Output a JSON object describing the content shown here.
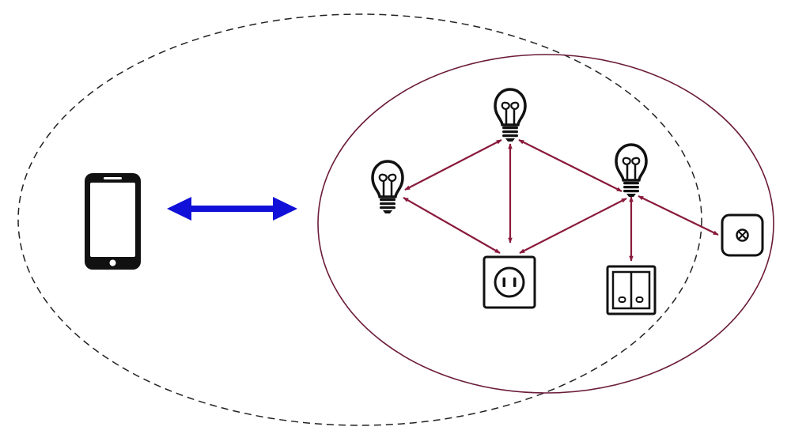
{
  "colors": {
    "background": "#ffffff",
    "outer_boundary": "#222222",
    "inner_boundary": "#6b1b3a",
    "link": "#8a1a3c",
    "phone_link": "#1010d8",
    "icon": "#111111"
  },
  "nodes": [
    {
      "id": "phone",
      "icon": "smartphone-icon"
    },
    {
      "id": "bulb-top",
      "icon": "light-bulb-icon"
    },
    {
      "id": "bulb-left",
      "icon": "light-bulb-icon"
    },
    {
      "id": "bulb-right",
      "icon": "light-bulb-icon"
    },
    {
      "id": "outlet",
      "icon": "power-outlet-icon"
    },
    {
      "id": "double-switch",
      "icon": "double-rocker-switch-icon"
    },
    {
      "id": "sensor",
      "icon": "sensor-button-icon"
    }
  ],
  "links": [
    {
      "from": "phone",
      "to": "mesh-network",
      "style": "bidirectional-thick"
    },
    {
      "from": "bulb-top",
      "to": "bulb-left",
      "style": "bidirectional"
    },
    {
      "from": "bulb-top",
      "to": "bulb-right",
      "style": "bidirectional"
    },
    {
      "from": "bulb-top",
      "to": "outlet",
      "style": "bidirectional"
    },
    {
      "from": "bulb-left",
      "to": "outlet",
      "style": "bidirectional"
    },
    {
      "from": "bulb-right",
      "to": "outlet",
      "style": "bidirectional"
    },
    {
      "from": "bulb-right",
      "to": "double-switch",
      "style": "bidirectional"
    },
    {
      "from": "bulb-right",
      "to": "sensor",
      "style": "bidirectional"
    }
  ]
}
